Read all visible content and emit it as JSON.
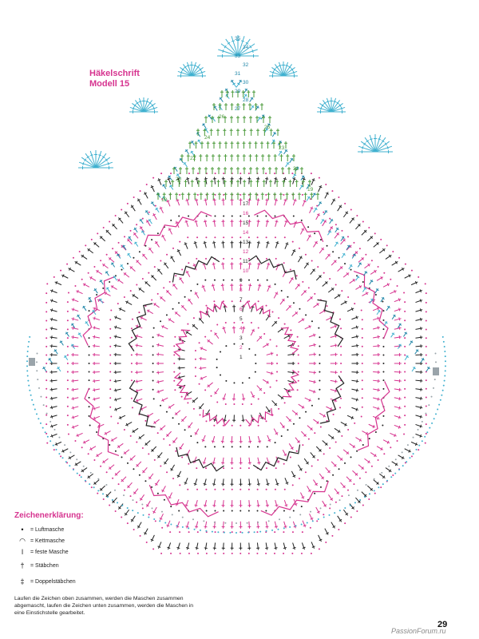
{
  "title": {
    "line1": "Häkelschrift",
    "line2": "Modell 15"
  },
  "row_labels": {
    "center": [
      "1",
      "2",
      "3",
      "4",
      "5",
      "6",
      "7",
      "8",
      "9",
      "10",
      "11",
      "12",
      "13",
      "14",
      "15",
      "16",
      "17"
    ],
    "green": [
      "18",
      "19",
      "20",
      "21",
      "22",
      "23",
      "24",
      "25",
      "26"
    ],
    "blue": [
      "27",
      "28",
      "29",
      "30",
      "31",
      "32",
      "33",
      "34",
      "35"
    ]
  },
  "legend": {
    "title": "Zeichenerklärung:",
    "items": [
      {
        "icon": "chain-stitch-icon",
        "symbol": "•",
        "label": "= Luftmasche"
      },
      {
        "icon": "slip-stitch-icon",
        "symbol": "◠",
        "label": "= Kettmasche"
      },
      {
        "icon": "single-crochet-icon",
        "symbol": "ǀ",
        "label": "= feste Masche"
      },
      {
        "icon": "double-crochet-icon",
        "symbol": "†",
        "label": "= Stäbchen"
      },
      {
        "icon": "treble-crochet-icon",
        "symbol": "‡",
        "label": "= Doppelstäbchen"
      }
    ],
    "note": "Laufen die Zeichen oben zusammen, werden die Maschen zusammen abgemascht, laufen die Zeichen unten zusammen, werden die Maschen in eine Einstichstelle gearbeitet."
  },
  "page_number": "29",
  "watermark": "PassionForum.ru",
  "colors": {
    "magenta": "#d6338f",
    "dark": "#222222",
    "green": "#4a9a3a",
    "blue": "#1f86a8",
    "light_blue": "#3fb0cf",
    "gray": "#9aa4aa"
  }
}
